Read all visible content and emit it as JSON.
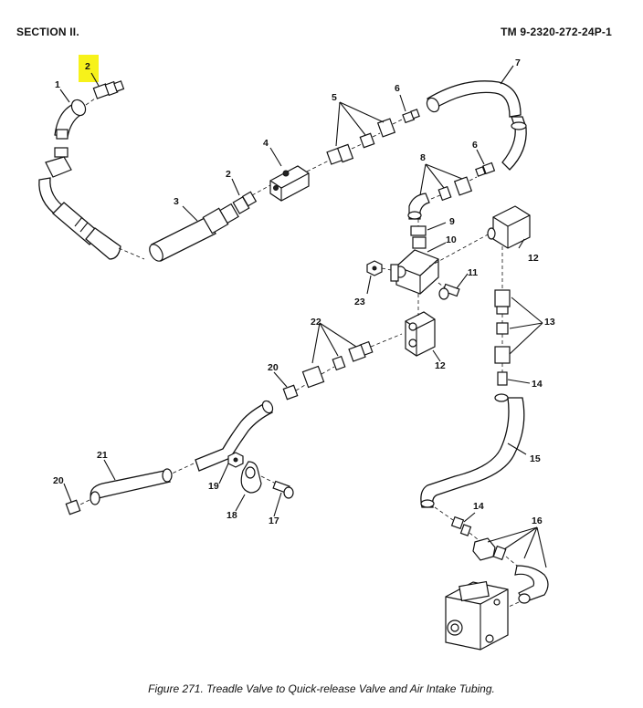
{
  "header": {
    "section": "SECTION II.",
    "manual": "TM 9-2320-272-24P-1"
  },
  "caption": "Figure 271.  Treadle Valve to Quick-release Valve and Air Intake Tubing.",
  "highlight_color": "#f7f21a",
  "callouts": {
    "c1": "1",
    "c2a": "2",
    "c2b": "2",
    "c3": "3",
    "c4": "4",
    "c5": "5",
    "c6a": "6",
    "c6b": "6",
    "c7": "7",
    "c8": "8",
    "c9": "9",
    "c10": "10",
    "c11": "11",
    "c12a": "12",
    "c12b": "12",
    "c13": "13",
    "c14a": "14",
    "c14b": "14",
    "c15": "15",
    "c16": "16",
    "c17": "17",
    "c18": "18",
    "c19": "19",
    "c20a": "20",
    "c20b": "20",
    "c21": "21",
    "c22": "22",
    "c23": "23"
  }
}
